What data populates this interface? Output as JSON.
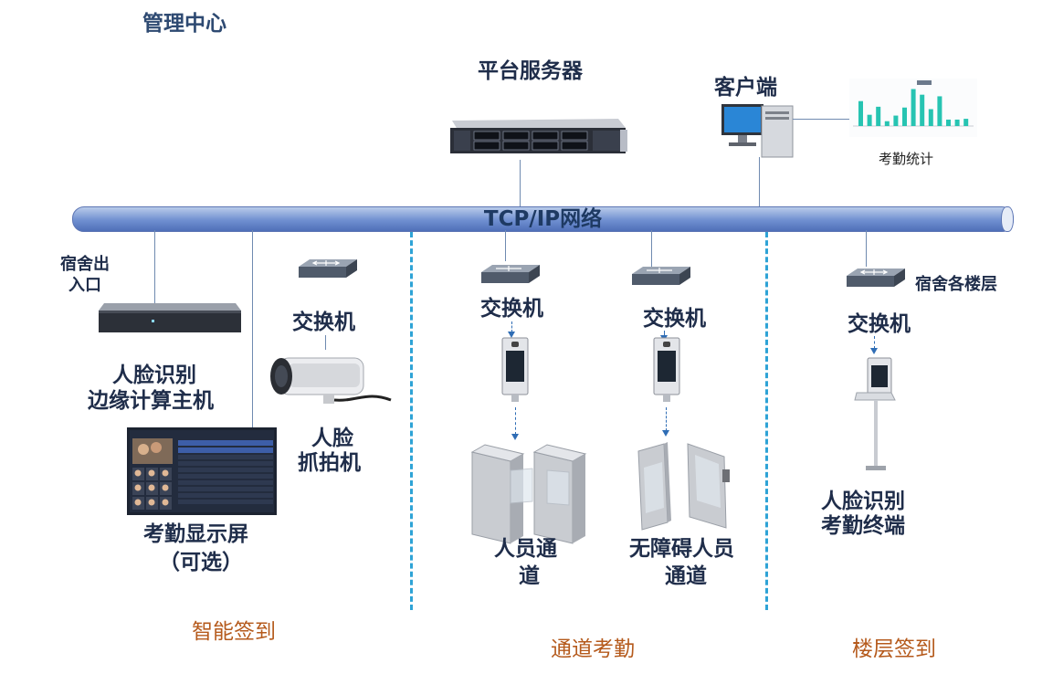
{
  "header": {
    "title": "管理中心"
  },
  "center": {
    "server_label": "平台服务器",
    "client_label": "客户端",
    "stats_caption": "考勤统计",
    "network_label": "TCP/IP网络"
  },
  "stats_chart": {
    "type": "bar",
    "values": [
      62,
      28,
      48,
      12,
      26,
      46,
      92,
      78,
      42,
      74,
      16,
      16,
      18
    ]
  },
  "left_zone": {
    "entrance_label": [
      "宿舍出",
      "入口"
    ],
    "edge_host_label": [
      "人脸识别",
      "边缘计算主机"
    ],
    "switch_label": "交换机",
    "camera_label": [
      "人脸",
      "抓拍机"
    ],
    "display_label": [
      "考勤显示屏",
      "（可选）"
    ],
    "zone_label": "智能签到"
  },
  "middle_zone": {
    "switch_label_1": "交换机",
    "switch_label_2": "交换机",
    "gate_label_1": [
      "人员通",
      "道"
    ],
    "gate_label_2": [
      "无障碍人员",
      "通道"
    ],
    "zone_label": "通道考勤"
  },
  "right_zone": {
    "floor_label": "宿舍各楼层",
    "switch_label": "交换机",
    "terminal_label": [
      "人脸识别",
      "考勤终端"
    ],
    "zone_label": "楼层签到"
  },
  "colors": {
    "bus": "#6f8fd0",
    "separator": "#2ea3d6",
    "label": "#1f2d4a",
    "zone": "#b55a1c",
    "chart_bar": "#27c4b2"
  }
}
